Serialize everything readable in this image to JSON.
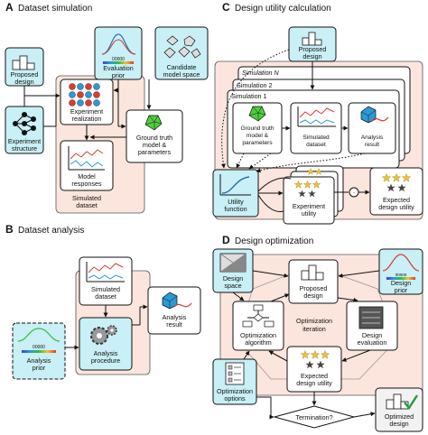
{
  "panels": {
    "a": {
      "letter": "A",
      "title": "Dataset simulation"
    },
    "b": {
      "letter": "B",
      "title": "Dataset analysis"
    },
    "c": {
      "letter": "C",
      "title": "Design utility calculation"
    },
    "d": {
      "letter": "D",
      "title": "Design optimization"
    }
  },
  "labels": {
    "proposed_design": [
      "Proposed",
      "design"
    ],
    "experiment_structure": [
      "Experiment",
      "structure"
    ],
    "evaluation_prior": [
      "Evaluation",
      "prior"
    ],
    "candidate_model_space": [
      "Candidate",
      "model space"
    ],
    "experiment_realization": [
      "Experiment",
      "realization"
    ],
    "model_responses": [
      "Model",
      "responses"
    ],
    "simulated_dataset": [
      "Simulated",
      "dataset"
    ],
    "ground_truth": [
      "Ground truth",
      "model &",
      "parameters"
    ],
    "analysis_result": [
      "Analysis",
      "result"
    ],
    "analysis_prior": [
      "Analysis",
      "prior"
    ],
    "analysis_procedure": [
      "Analysis",
      "procedure"
    ],
    "simulation_n": "Simulation N",
    "simulation_2": "Simulation 2",
    "simulation_1": "Simulation 1",
    "ground_truth_c": [
      "Ground truth",
      "model &",
      "parameters"
    ],
    "utility_function": [
      "Utility",
      "function"
    ],
    "experiment_utility": [
      "Experiment",
      "utility"
    ],
    "expected_design_utility": [
      "Expected",
      "design utility"
    ],
    "design_space": [
      "Design",
      "space"
    ],
    "design_prior": [
      "Design",
      "prior"
    ],
    "optimization_algorithm": [
      "Optimization",
      "algorithm"
    ],
    "optimization_iteration": [
      "Optimization",
      "iteration"
    ],
    "design_evaluation": [
      "Design",
      "evaluation"
    ],
    "optimization_options": [
      "Optimization",
      "options"
    ],
    "termination": "Termination?",
    "optimized_design": [
      "Optimized",
      "design"
    ]
  },
  "colors": {
    "box_fill": "#c8f0f6",
    "background_fill": "#fbe5dc",
    "accent_red": "#e03a2f",
    "accent_blue": "#2b6fb3",
    "accent_green": "#1f9d3a",
    "star_gold": "#f2c230"
  },
  "icons": [
    "bar-chart-icon",
    "network-icon",
    "gaussian-curve-icon",
    "dice-icon",
    "molecule-icon",
    "ball-grid-icon",
    "line-plot-icon",
    "gear-icon",
    "curve-icon",
    "star-rating-icon",
    "grid-icon",
    "flowchart-icon",
    "server-icon",
    "checklist-icon",
    "checkmark-icon"
  ]
}
